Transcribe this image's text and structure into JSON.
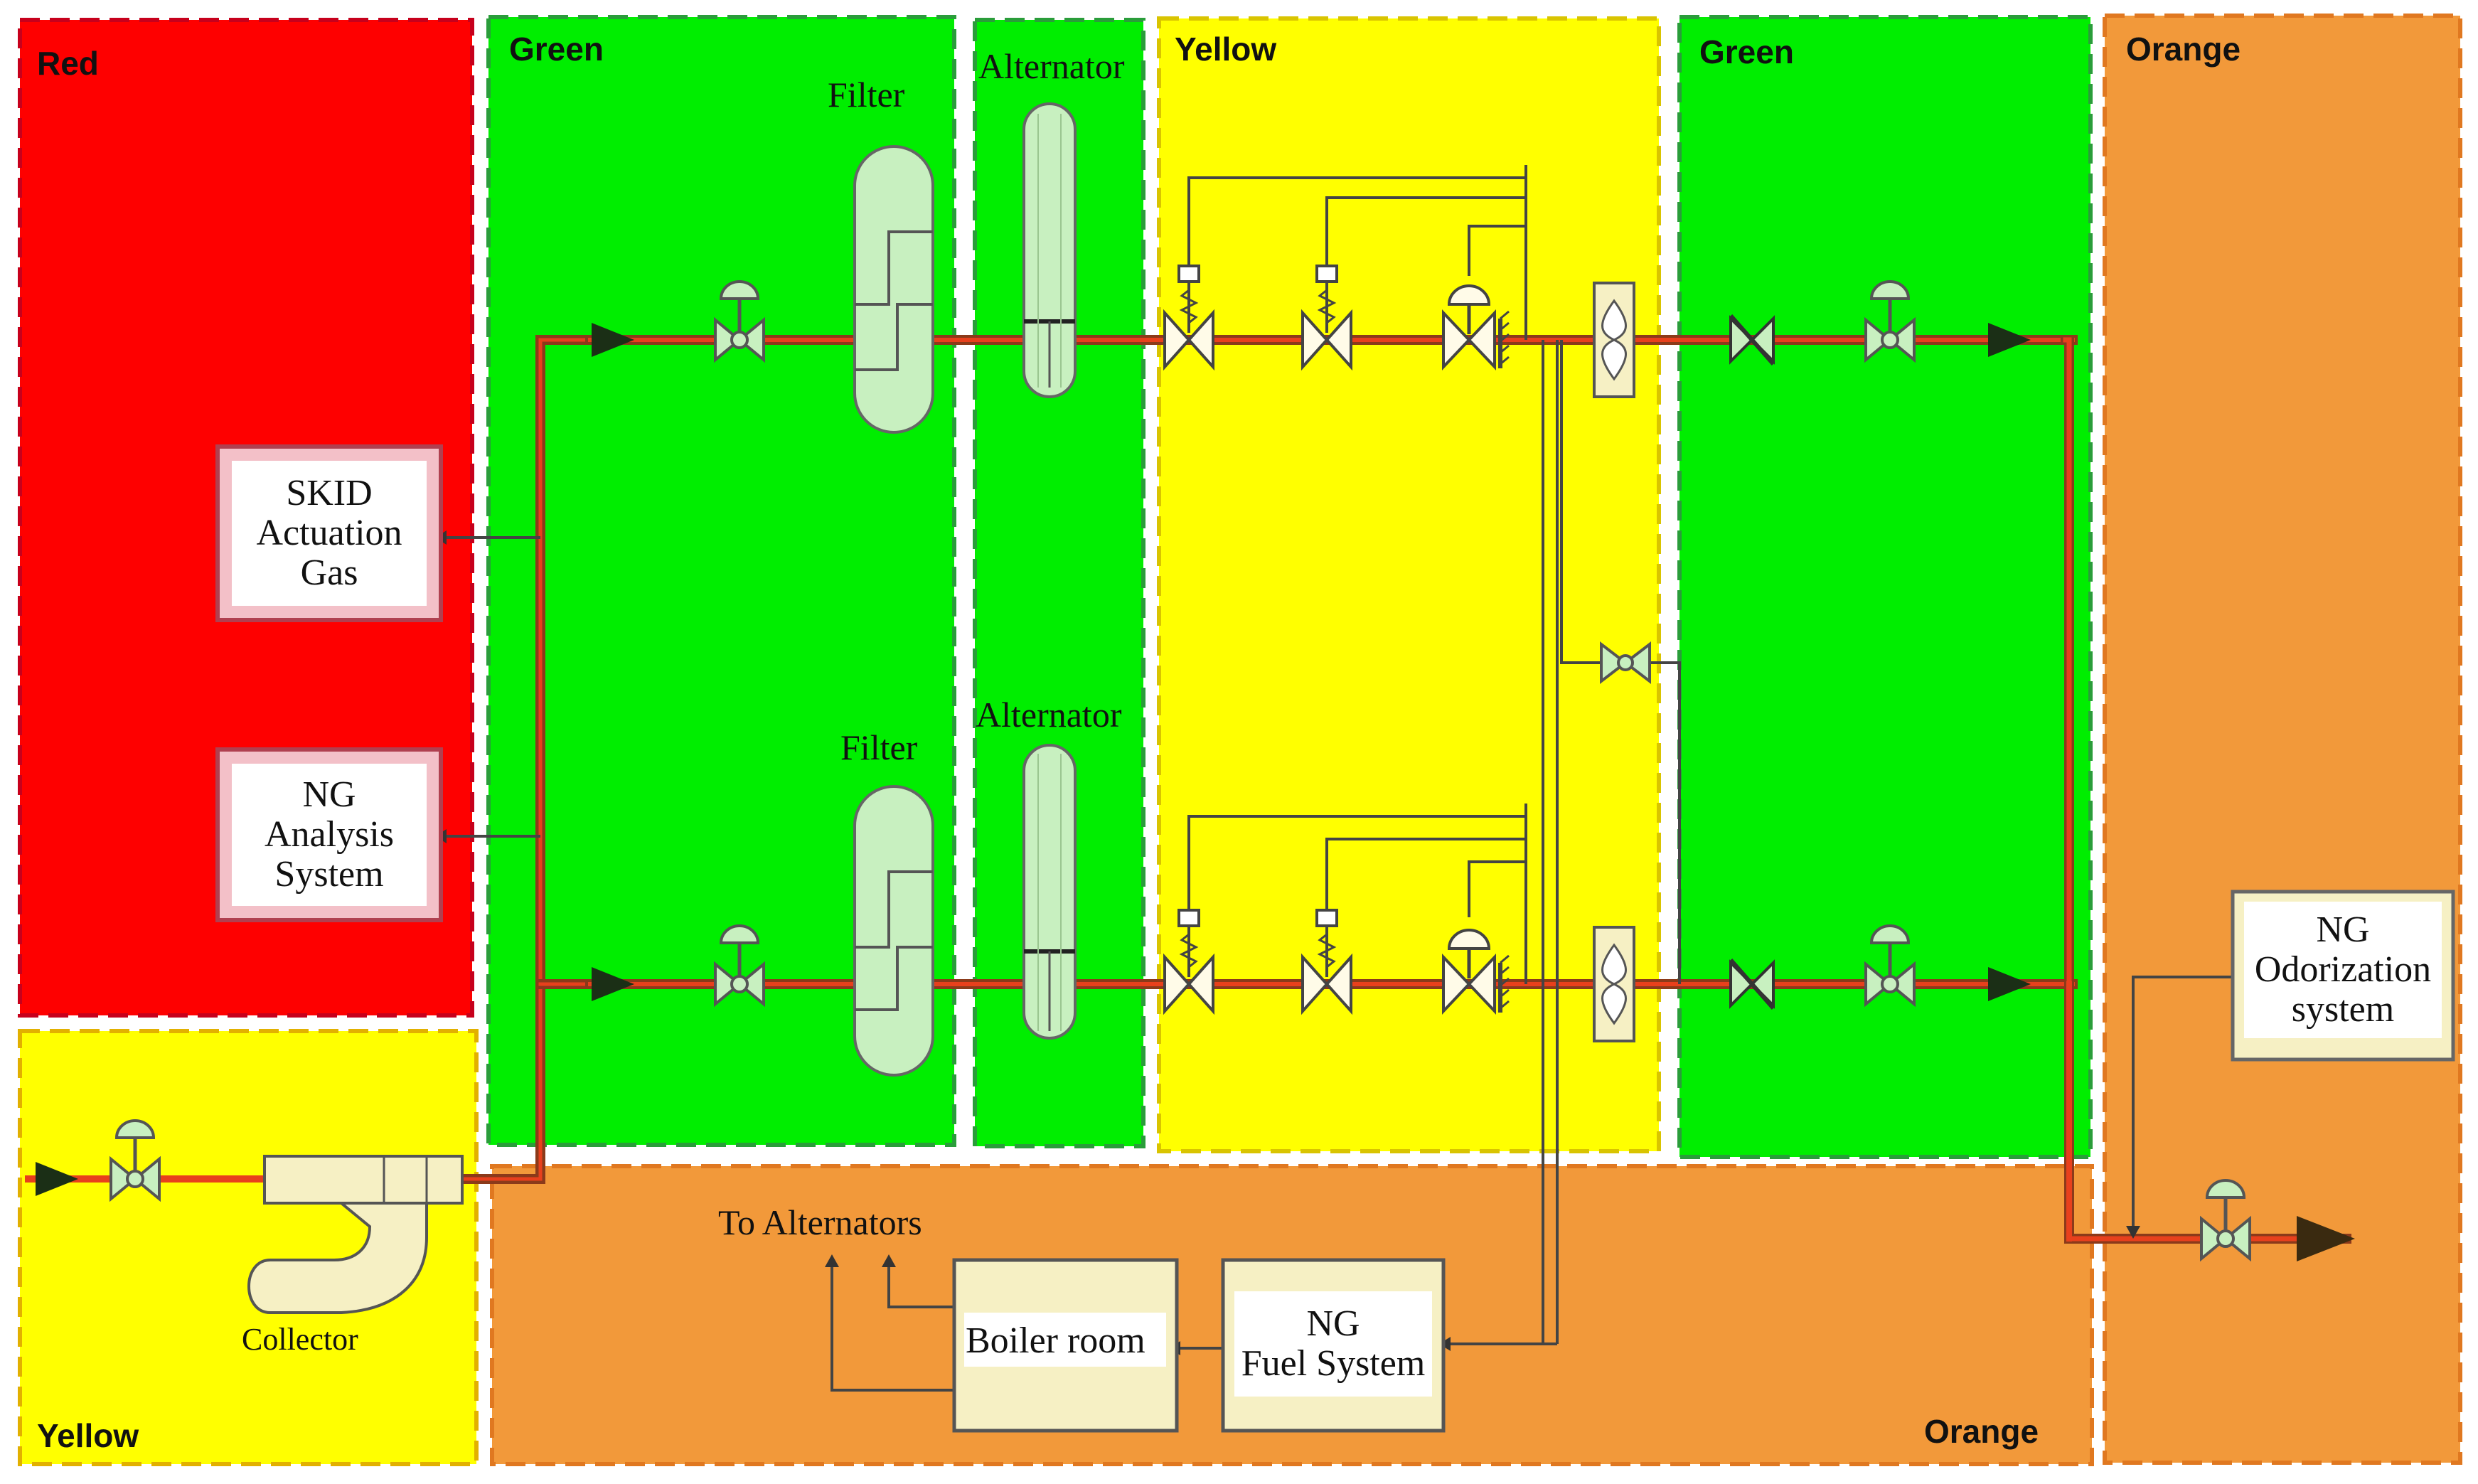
{
  "colors": {
    "red_zone": "#fe0000",
    "green_zone": "#00ee00",
    "yellow_zone": "#ffff00",
    "orange_zone": "#f2993a",
    "pipe_main": "#e8401c",
    "pipe_brown": "#8b3a1a",
    "equipment_fill": "#c8f0c0",
    "equipment_cream": "#f6f0c4",
    "label_box_bg": "#ffffff"
  },
  "zones": {
    "red": "Red",
    "green_left": "Green",
    "yellow_top": "Yellow",
    "green_right": "Green",
    "orange_right": "Orange",
    "yellow_bottom": "Yellow",
    "orange_bottom": "Orange"
  },
  "components": {
    "filter_top": "Filter",
    "filter_bottom": "Filter",
    "alternator_top": "Alternator",
    "alternator_bottom": "Alternator",
    "collector": "Collector",
    "to_alternators": "To Alternators",
    "boiler_room": "Boiler room"
  },
  "boxes": {
    "skid": [
      "SKID",
      "Actuation",
      "Gas"
    ],
    "ng_analysis": [
      "NG",
      "Analysis",
      "System"
    ],
    "ng_fuel": [
      "NG",
      "Fuel System"
    ],
    "ng_odorization": [
      "NG",
      "Odorization",
      "system"
    ]
  },
  "icons": {
    "control_valve": "control-valve-icon",
    "relief_valve": "relief-valve-icon",
    "check_valve": "check-valve-icon",
    "flow_meter": "flow-meter-icon",
    "flow_arrow": "flow-arrow-icon"
  }
}
